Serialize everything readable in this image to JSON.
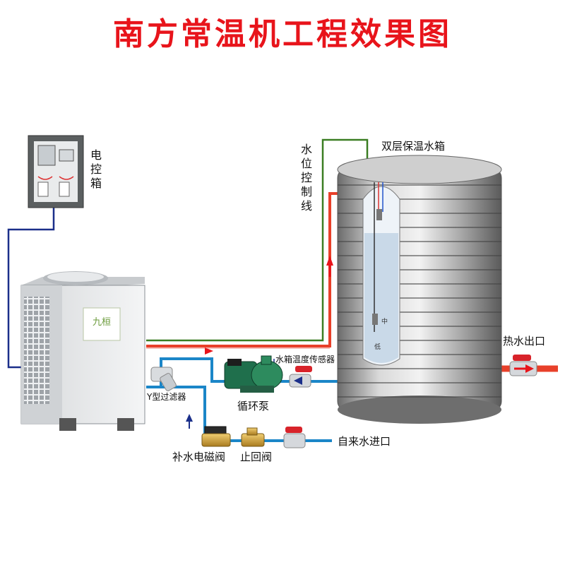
{
  "title": "南方常温机工程效果图",
  "labels": {
    "control_box": "电控箱",
    "water_level_line": "水位控制线",
    "tank": "双层保温水箱",
    "hot_water_outlet": "热水出口",
    "tank_temp_sensor": "水箱温度传感器",
    "y_filter": "Y型过滤器",
    "circulation_pump": "循环泵",
    "makeup_solenoid_valve": "补水电磁阀",
    "check_valve": "止回阀",
    "tap_water_inlet": "自来水进口",
    "level_mid": "中",
    "level_low": "低"
  },
  "unit_brand": "九桓",
  "colors": {
    "title": "#e8141b",
    "hot_pipe": "#e8402a",
    "cold_pipe": "#1b86c8",
    "signal_wire": "#3a7d22",
    "power_wire": "#1b2f8a",
    "valve_handle": "#d8232a"
  }
}
